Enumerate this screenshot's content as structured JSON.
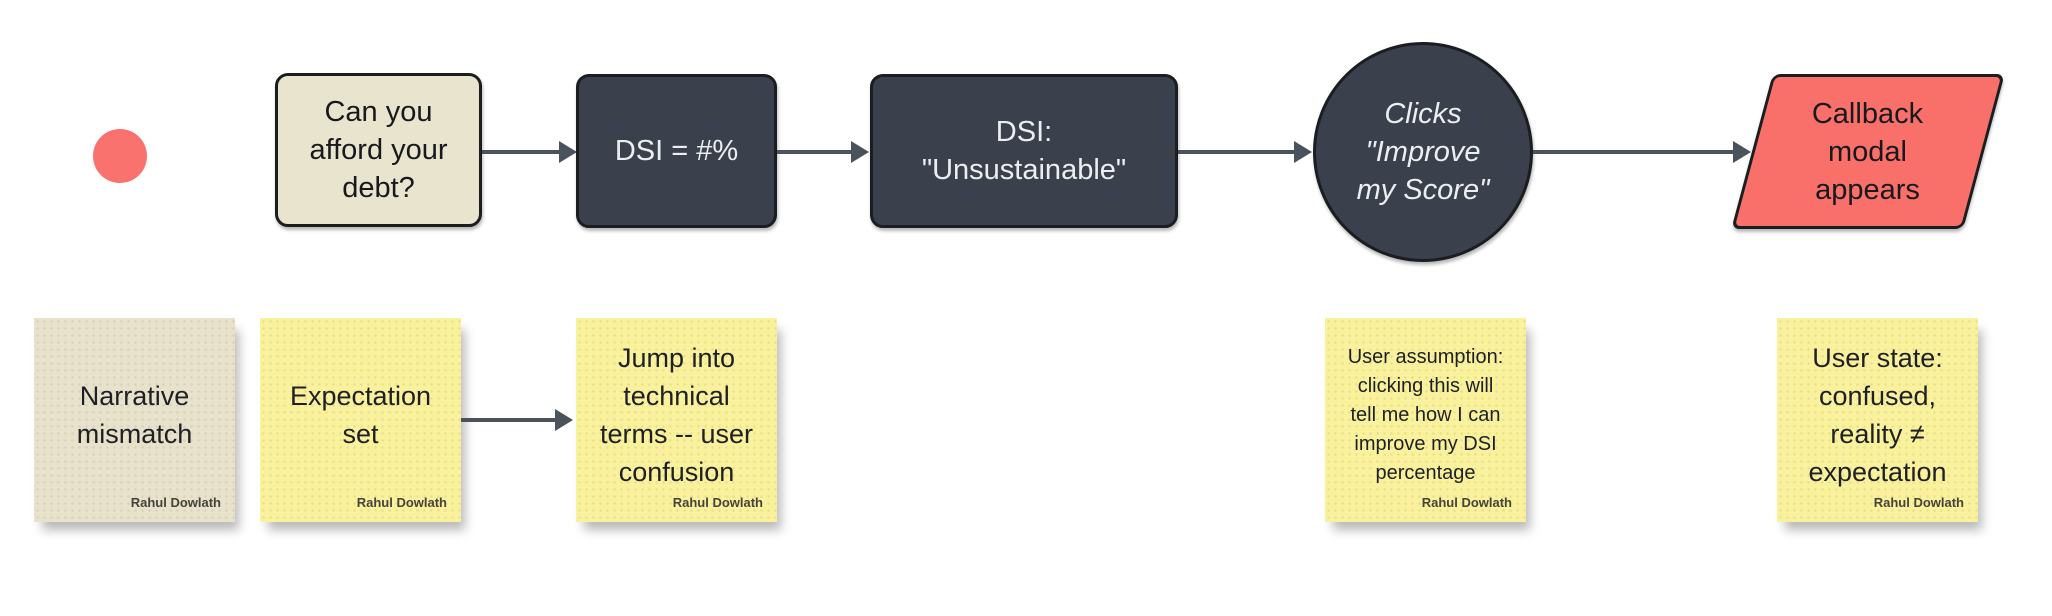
{
  "flowchart": {
    "start_dot_color": "#f9726e",
    "connector_color": "#4a525c",
    "nodes": [
      {
        "label": "Can you\nafford your\ndebt?",
        "shape": "rounded-rectangle",
        "fill": "#e9e4ce"
      },
      {
        "label": "DSI = #%",
        "shape": "rounded-rectangle",
        "fill": "#3a414c"
      },
      {
        "label": "DSI:\n\"Unsustainable\"",
        "shape": "rounded-rectangle",
        "fill": "#3a414c"
      },
      {
        "label": "Clicks\n\"Improve\nmy Score\"",
        "shape": "circle",
        "fill": "#3a414c"
      },
      {
        "label": "Callback\nmodal\nappears",
        "shape": "parallelogram",
        "fill": "#f9706a"
      }
    ]
  },
  "stickies": [
    {
      "text": "Narrative\nmismatch",
      "author": "Rahul Dowlath",
      "fill": "#e8e2cc"
    },
    {
      "text": "Expectation\nset",
      "author": "Rahul Dowlath",
      "fill": "#faf19c"
    },
    {
      "text": "Jump into\ntechnical\nterms -- user\nconfusion",
      "author": "Rahul Dowlath",
      "fill": "#faf19c"
    },
    {
      "text": "User assumption:\nclicking this will\ntell me how I can\nimprove my DSI\npercentage",
      "author": "Rahul Dowlath",
      "fill": "#faf19c"
    },
    {
      "text": "User state:\nconfused,\nreality ≠\nexpectation",
      "author": "Rahul Dowlath",
      "fill": "#faf19c"
    }
  ]
}
